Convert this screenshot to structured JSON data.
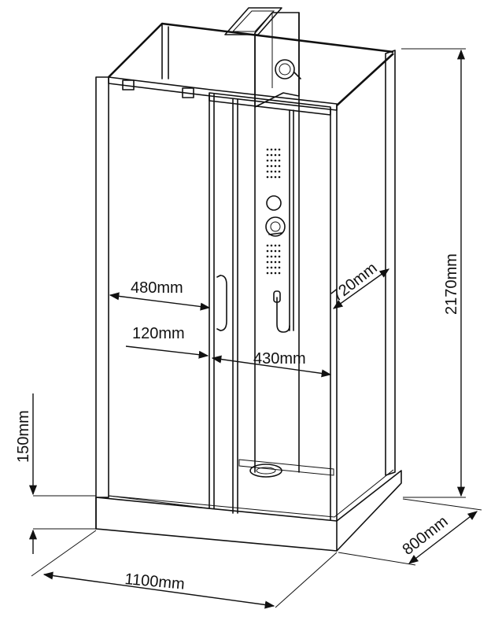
{
  "dimensions": {
    "door_width": "480mm",
    "door_offset": "120mm",
    "panel_width": "430mm",
    "side_depth": "720mm",
    "total_height": "2170mm",
    "tray_height": "150mm",
    "total_width": "1100mm",
    "total_depth": "800mm"
  },
  "colors": {
    "line": "#111111",
    "background": "#ffffff"
  }
}
